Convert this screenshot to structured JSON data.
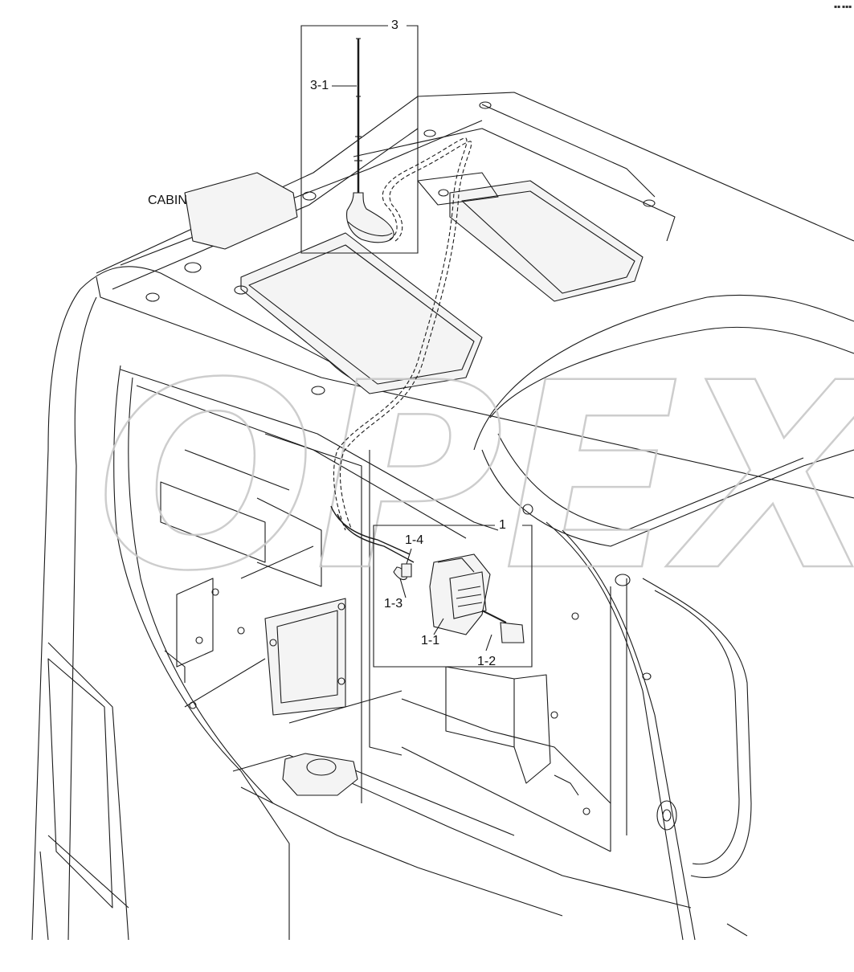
{
  "diagram": {
    "cabin_label": "CABIN",
    "callouts": {
      "c3": "3",
      "c3_1": "3-1",
      "c1": "1",
      "c1_1": "1-1",
      "c1_2": "1-2",
      "c1_3": "1-3",
      "c1_4": "1-4"
    },
    "watermark": "OPEX",
    "corner_mark": "▪▪ ▪▪▪",
    "colors": {
      "line": "#1a1a1a",
      "panel_fill": "#f4f4f4",
      "watermark": "#c8c8c8"
    }
  }
}
